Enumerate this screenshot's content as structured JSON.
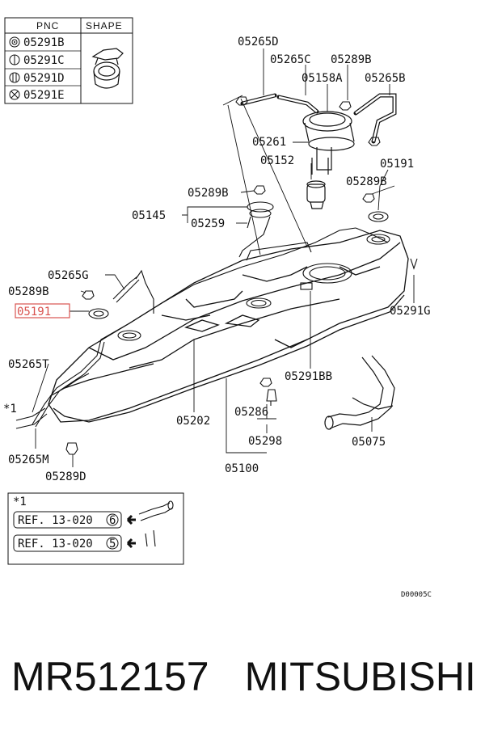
{
  "legend": {
    "col_pnc": "PNC",
    "col_shape": "SHAPE",
    "rows": [
      {
        "icon": "target-circle-icon",
        "pnc": "05291B"
      },
      {
        "icon": "circle-bar-icon",
        "pnc": "05291C"
      },
      {
        "icon": "circle-double-bar-icon",
        "pnc": "05291D"
      },
      {
        "icon": "circle-cross-icon",
        "pnc": "05291E"
      }
    ]
  },
  "callouts": {
    "p05265D": "05265D",
    "p05265C": "05265C",
    "p05289B_top": "05289B",
    "p05158A": "05158A",
    "p05265B": "05265B",
    "p05261": "05261",
    "p05152": "05152",
    "p05191_right": "05191",
    "p05289B_right": "05289B",
    "p05289B_mid": "05289B",
    "p05145": "05145",
    "p05259": "05259",
    "p05265G": "05265G",
    "p05289B_left": "05289B",
    "p05191_left": "05191",
    "p05291G": "05291G",
    "p05265T": "05265T",
    "p05291BB": "05291BB",
    "star1": "*1",
    "p05202": "05202",
    "p05286": "05286",
    "p05075": "05075",
    "p05298": "05298",
    "p05265M": "05265M",
    "p05100": "05100",
    "p05289D": "05289D"
  },
  "inset": {
    "title": "*1",
    "ref1": "REF. 13-020",
    "ref1_num": "6",
    "ref2": "REF. 13-020",
    "ref2_num": "5"
  },
  "diagram_code": "D00005C",
  "highlight_color": "#d9534f",
  "footer": {
    "part_number": "MR512157",
    "brand": "MITSUBISHI"
  }
}
